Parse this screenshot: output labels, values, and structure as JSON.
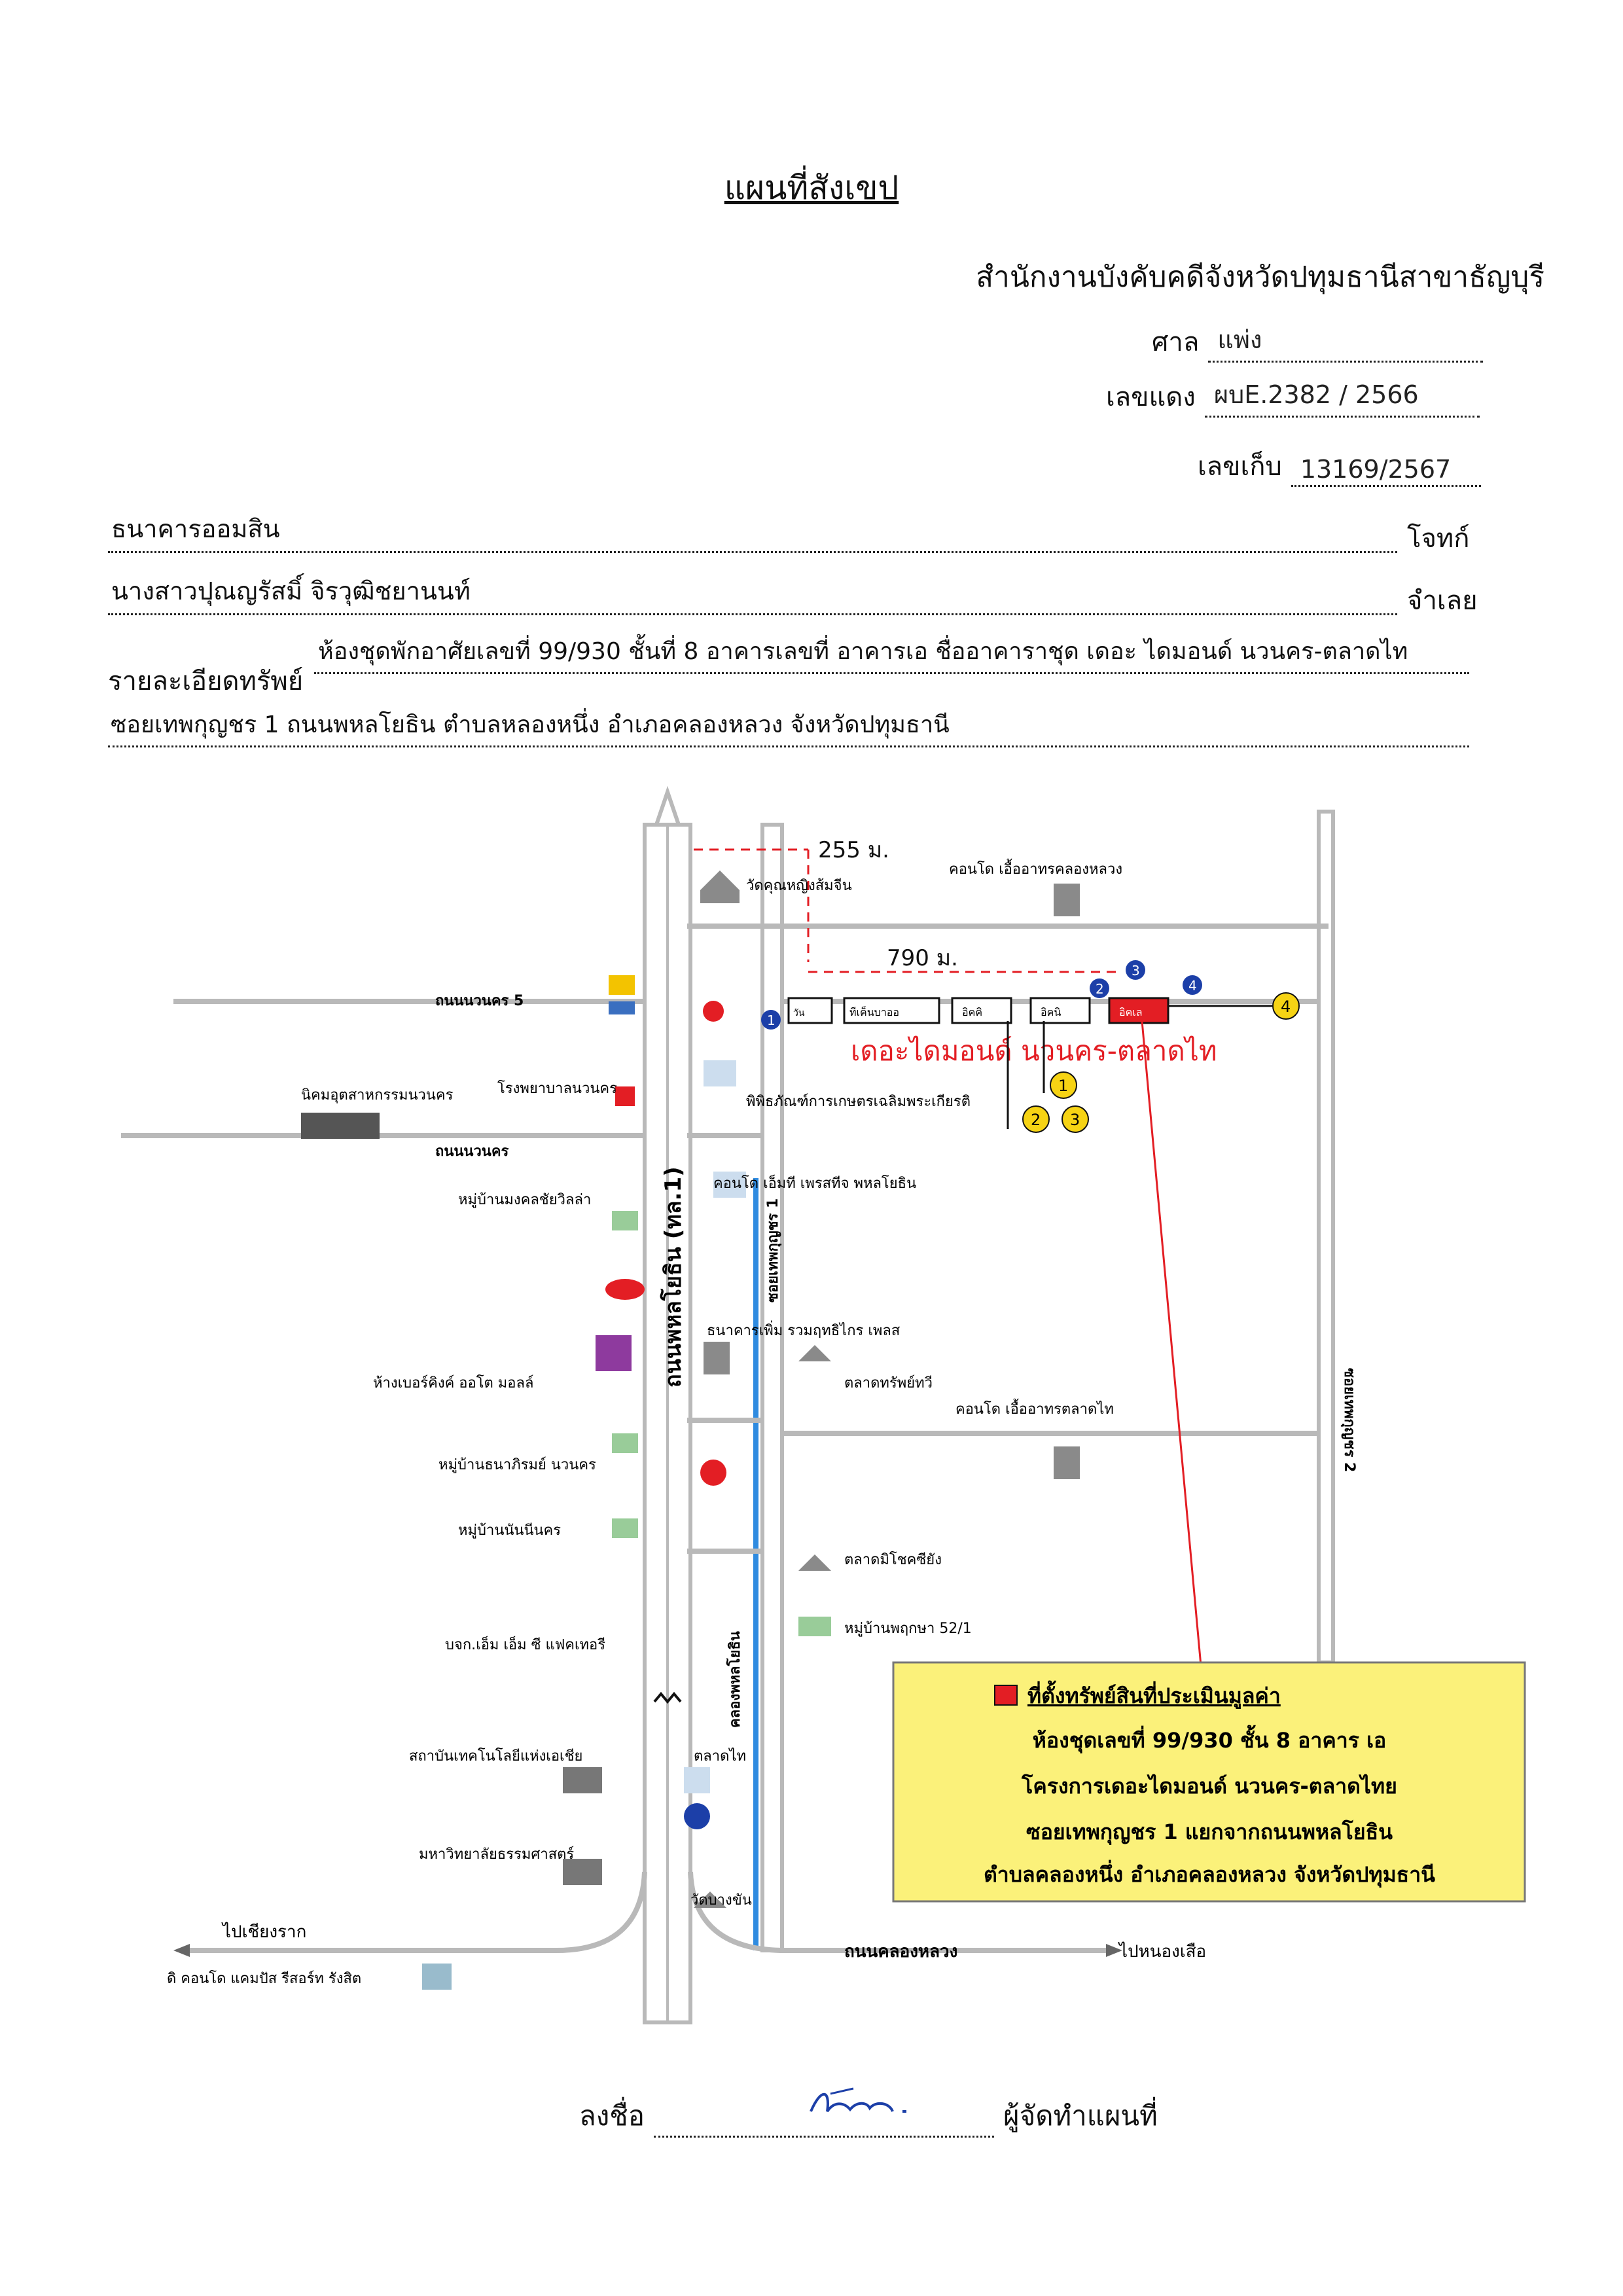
{
  "header": {
    "title": "แผนที่สังเขป",
    "office": "สำนักงานบังคับคดีจังหวัดปทุมธานีสาขาธัญบุรี",
    "court_label": "ศาล",
    "court_value": "แพ่ง",
    "red_no_label": "เลขแดง",
    "red_no_value": "ผบE.2382 / 2566",
    "file_no_label": "เลขเก็บ",
    "file_no_value": "13169/2567"
  },
  "parties": {
    "plaintiff_value": "ธนาคารออมสิน",
    "plaintiff_label": "โจทก์",
    "defendant_value": "นางสาวปุณญรัสมิ์  จิรวุฒิชยานนท์",
    "defendant_label": "จำเลย",
    "property_label": "รายละเอียดทรัพย์",
    "property_line1": "ห้องชุดพักอาศัยเลขที่ 99/930 ชั้นที่ 8 อาคารเลขที่ อาคารเอ  ชื่ออาคาราชุด เดอะ ไดมอนด์ นวนคร-ตลาดไท",
    "property_line2": "ซอยเทพกุญชร 1 ถนนพหลโยธิน  ตำบลหลองหนึ่ง  อำเภอคลองหลวง  จังหวัดปทุมธานี"
  },
  "map": {
    "project_name": "เดอะไดมอนด์ นวนคร-ตลาดไท",
    "dist_255": "255 ม.",
    "dist_790": "790 ม.",
    "roads": {
      "phahol": "ถนนพหลโยธิน (ทล.1)",
      "soi_thepkunchon1": "ซอยเทพกุญชร 1",
      "soi_thepkunchon2": "ซอยเทพกุญชร 2",
      "navanakorn5": "ถนนนวนคร 5",
      "navanakorn": "ถนนนวนคร",
      "khlongluang": "ถนนคลองหลวง",
      "khlong_phahol": "คลองพหลโยธิน"
    },
    "directions": {
      "left": "ไปเชียงราก",
      "right": "ไปหนองเสือ"
    },
    "small_boxes": [
      "วัน",
      "ทีเค็นบาออ",
      "อิคคิ",
      "อิคนิ",
      "อิคเล"
    ],
    "landmarks": {
      "wat_top": "วัดคุณหญิงส้มจีน",
      "condo_top": "คอนโด เอื้ออาทรคลองหลวง",
      "hospital": "โรงพยาบาลนวนคร",
      "museum": "พิพิธภัณฑ์การเกษตรเฉลิมพระเกียรติ",
      "industrial": "นิคมอุตสาหกรรมนวนคร",
      "condo_pp": "คอนโด เอ็มที เพรสทีจ พหลโยธิน",
      "village_mongkol": "หมู่บ้านมงคลชัยวิลล่า",
      "cc": "ห้างเบอร์คิงค์ ออโต มอลล์",
      "bank": "ธนาคารเพิ่ม รวมฤทธิไกร เพลส",
      "market1": "ตลาดทรัพย์ทวี",
      "condo_talad": "คอนโด เอื้ออาทรตลาดไท",
      "village_nathi": "หมู่บ้านธนาภิรมย์ นวนคร",
      "village_nuannakorn": "หมู่บ้านนันนีนคร",
      "market2": "ตลาดมิโชคซียัง",
      "bmm": "บจก.เอ็ม เอ็ม ซี แฟคเทอรี",
      "village_52": "หมู่บ้านพฤกษา 52/1",
      "institute": "สถาบันเทคโนโลยีแห่งเอเชีย",
      "talad_thai": "ตลาดไท",
      "university": "มหาวิทยาลัยธรรมศาสตร์",
      "wat_bottom": "วัดบางขัน",
      "condo_bottom": "ดิ คอนโด แคมปัส รีสอร์ท รังสิต"
    },
    "legend": {
      "title": "ที่ตั้งทรัพย์สินที่ประเมินมูลค่า",
      "line1": "ห้องชุดเลขที่ 99/930 ชั้น 8 อาคาร เอ",
      "line2": "โครงการเดอะไดมอนด์ นวนคร-ตลาดไทย",
      "line3": "ซอยเทพกุญชร 1  แยกจากถนนพหลโยธิน",
      "line4": "ตำบลคลองหนึ่ง อำเภอคลองหลวง จังหวัดปทุมธานี"
    },
    "markers_blue": [
      "1",
      "2",
      "3",
      "4"
    ],
    "markers_yellow": [
      "1",
      "2",
      "3",
      "4"
    ]
  },
  "footer": {
    "sign_label": "ลงชื่อ",
    "signer_role": "ผู้จัดทำแผนที่"
  },
  "colors": {
    "red": "#e31e24",
    "yellow_box": "#fbf17a",
    "blue_marker": "#1c3fa8",
    "road_gray": "#b9b9b9",
    "canal_blue": "#2f8be0"
  }
}
